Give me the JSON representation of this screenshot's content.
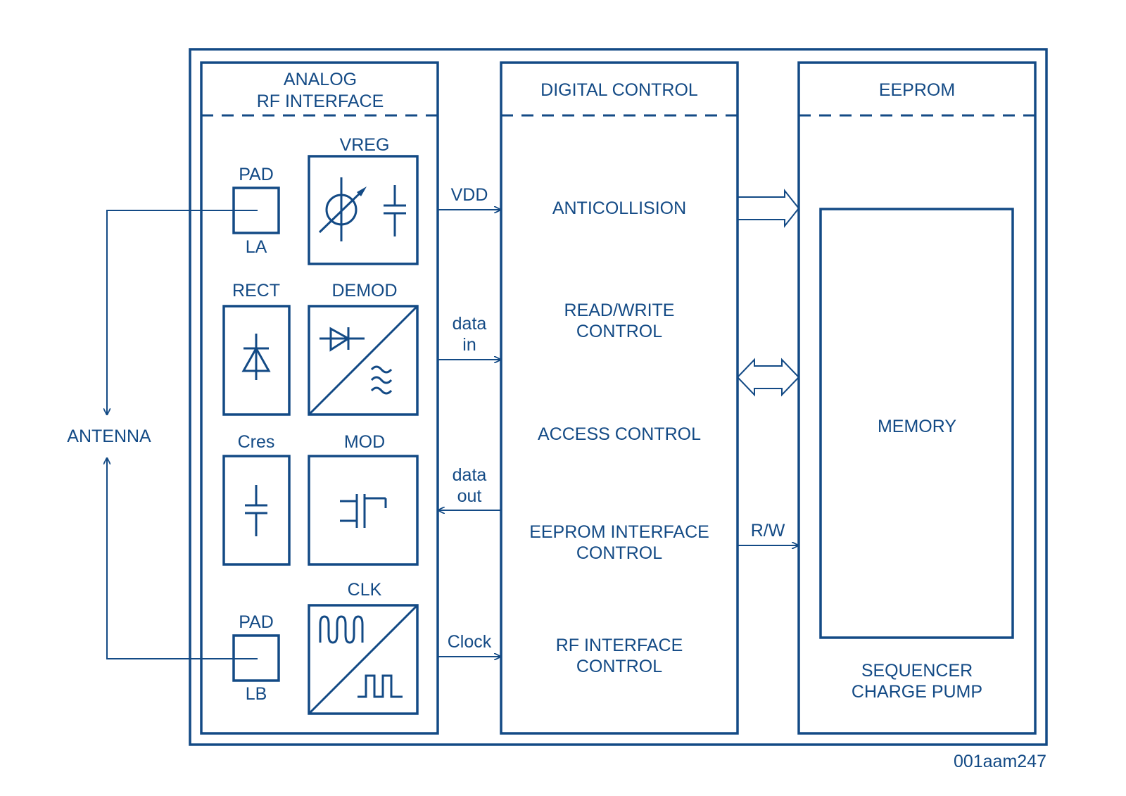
{
  "colors": {
    "stroke": "#134a85",
    "background": "#ffffff"
  },
  "blocks": {
    "analog": {
      "title_line1": "ANALOG",
      "title_line2": "RF INTERFACE"
    },
    "digital": {
      "title": "DIGITAL CONTROL"
    },
    "eeprom": {
      "title": "EEPROM"
    }
  },
  "analog_components": {
    "pad_top": {
      "label": "PAD",
      "sublabel": "LA"
    },
    "vreg": {
      "label": "VREG"
    },
    "rect": {
      "label": "RECT"
    },
    "demod": {
      "label": "DEMOD"
    },
    "cres": {
      "label": "Cres"
    },
    "mod": {
      "label": "MOD"
    },
    "clk": {
      "label": "CLK"
    },
    "pad_bottom": {
      "label": "PAD",
      "sublabel": "LB"
    }
  },
  "antenna": {
    "label": "ANTENNA"
  },
  "signals": {
    "vdd": "VDD",
    "data_in_line1": "data",
    "data_in_line2": "in",
    "data_out_line1": "data",
    "data_out_line2": "out",
    "clock": "Clock",
    "rw": "R/W"
  },
  "digital_functions": {
    "anticollision": "ANTICOLLISION",
    "readwrite_line1": "READ/WRITE",
    "readwrite_line2": "CONTROL",
    "access": "ACCESS CONTROL",
    "eeprom_if_line1": "EEPROM INTERFACE",
    "eeprom_if_line2": "CONTROL",
    "rf_if_line1": "RF INTERFACE",
    "rf_if_line2": "CONTROL"
  },
  "eeprom_parts": {
    "memory": "MEMORY",
    "sequencer": "SEQUENCER",
    "charge_pump": "CHARGE PUMP"
  },
  "figure_ref": "001aam247"
}
